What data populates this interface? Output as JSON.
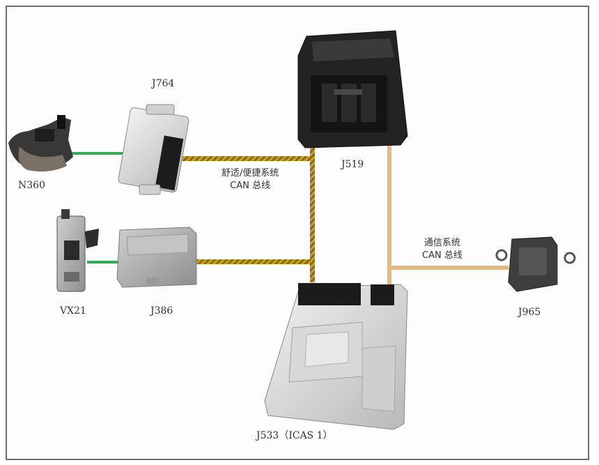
{
  "labels": {
    "n360": "N360",
    "j764": "J764",
    "j519": "J519",
    "vx21": "VX21",
    "j386": "J386",
    "j965": "J965",
    "j533": "J533（ICAS 1）"
  },
  "bus_captions": {
    "comfort_line1": "舒适/便捷系统",
    "comfort_line2": "CAN 总线",
    "comm_line1": "通信系统",
    "comm_line2": "CAN 总线"
  },
  "colors": {
    "comfort_can": "#c9a227",
    "comm_can": "#e3b98a",
    "sub_bus": "#3aa85a"
  }
}
